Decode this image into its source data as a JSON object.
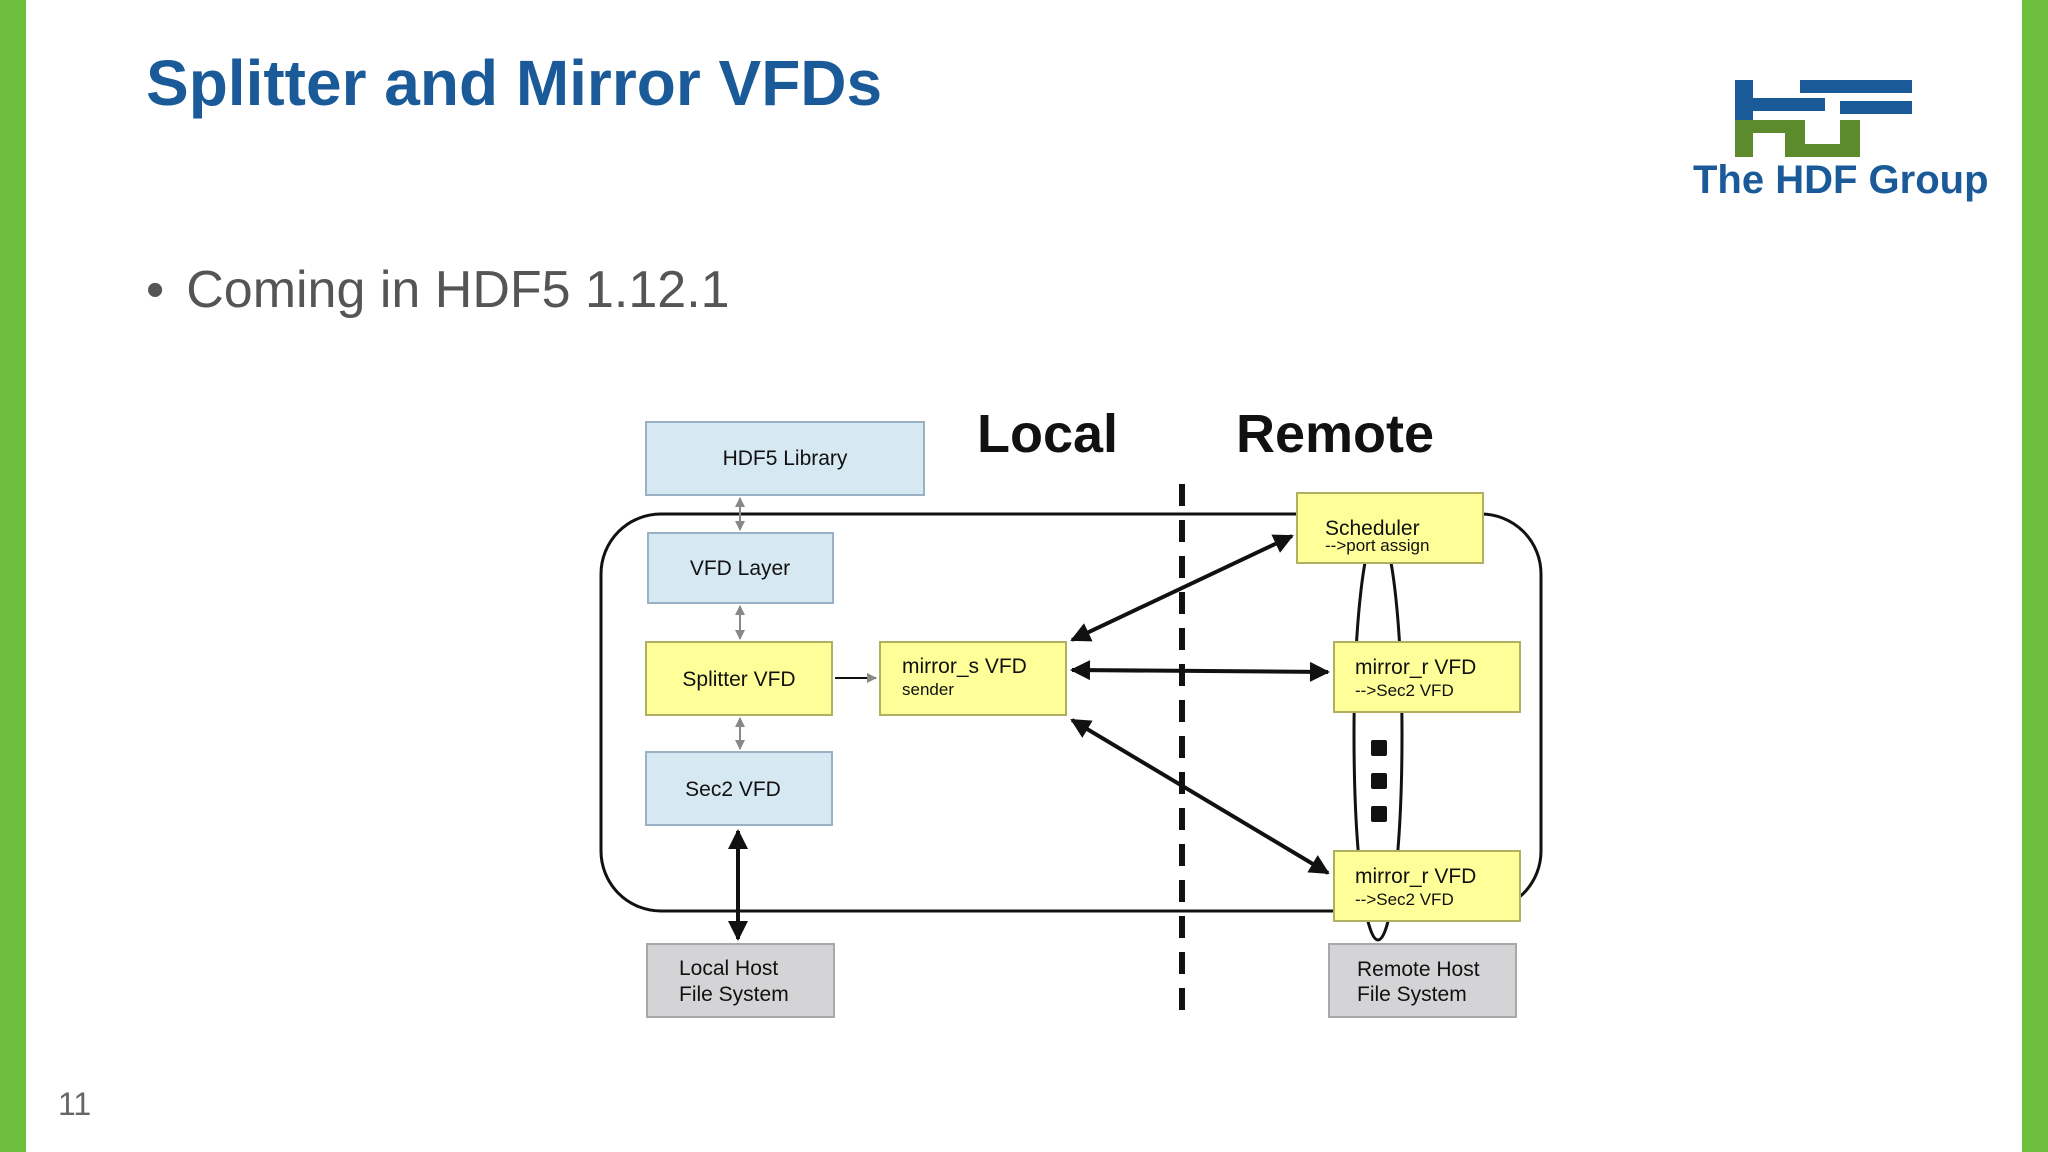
{
  "slide": {
    "title": "Splitter and Mirror VFDs",
    "bullet": "Coming in HDF5 1.12.1",
    "page_number": "11"
  },
  "logo": {
    "mark": "HDF",
    "text": "The HDF Group",
    "colors": {
      "blue": "#1b5a99",
      "green": "#5c8b2d"
    }
  },
  "colors": {
    "accent_bar": "#6fbf3f",
    "title": "#1b5a99",
    "box_blue": "#d6e8f2",
    "box_yellow": "#ffff99",
    "box_gray": "#d4d4d6"
  },
  "diagram": {
    "heading_local": "Local",
    "heading_remote": "Remote",
    "boxes": {
      "hdf5_library": "HDF5 Library",
      "vfd_layer": "VFD Layer",
      "splitter_vfd": "Splitter VFD",
      "sec2_vfd": "Sec2 VFD",
      "local_host_line1": "Local Host",
      "local_host_line2": "File System",
      "mirror_s_title": "mirror_s VFD",
      "mirror_s_sub": "sender",
      "scheduler_title": "Scheduler",
      "scheduler_sub": "-->port assign",
      "mirror_r1_title": "mirror_r VFD",
      "mirror_r1_sub": "-->Sec2 VFD",
      "mirror_r2_title": "mirror_r VFD",
      "mirror_r2_sub": "-->Sec2 VFD",
      "remote_host_line1": "Remote Host",
      "remote_host_line2": "File System"
    }
  }
}
